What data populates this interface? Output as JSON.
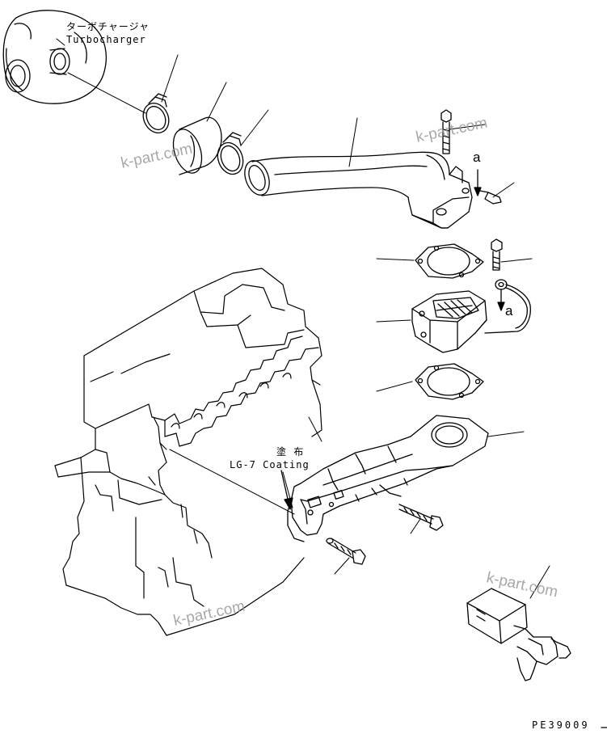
{
  "labels": {
    "turbocharger_jp": "ターボチャージャ",
    "turbocharger_en": "Turbocharger",
    "coating_jp": "塗 布",
    "coating_en": "LG-7 Coating",
    "ref_a_top": "a",
    "ref_a_bottom": "a",
    "drawing_code": "PE39009"
  },
  "watermark": "k-part.com",
  "colors": {
    "line": "#000000",
    "watermark": "#9a9a9a",
    "background": "#ffffff"
  }
}
